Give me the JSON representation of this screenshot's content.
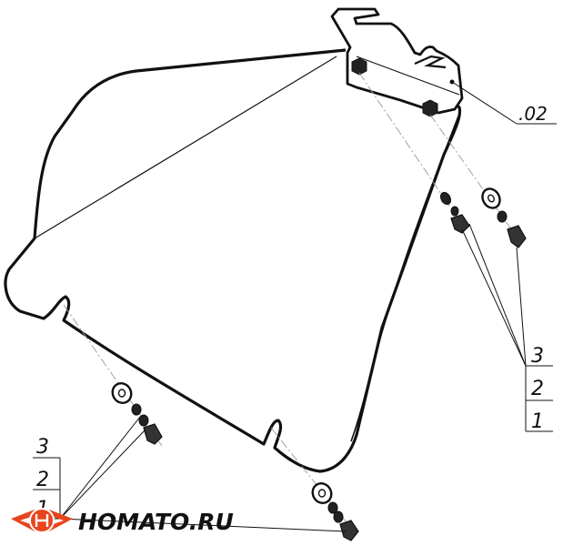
{
  "drawing": {
    "ref_label": ".02",
    "callout_right": [
      "3",
      "2",
      "1"
    ],
    "callout_left": [
      "3",
      "2",
      "1"
    ]
  },
  "watermark": {
    "text": "HOMATO.RU",
    "accent_color": "#e8451e"
  }
}
